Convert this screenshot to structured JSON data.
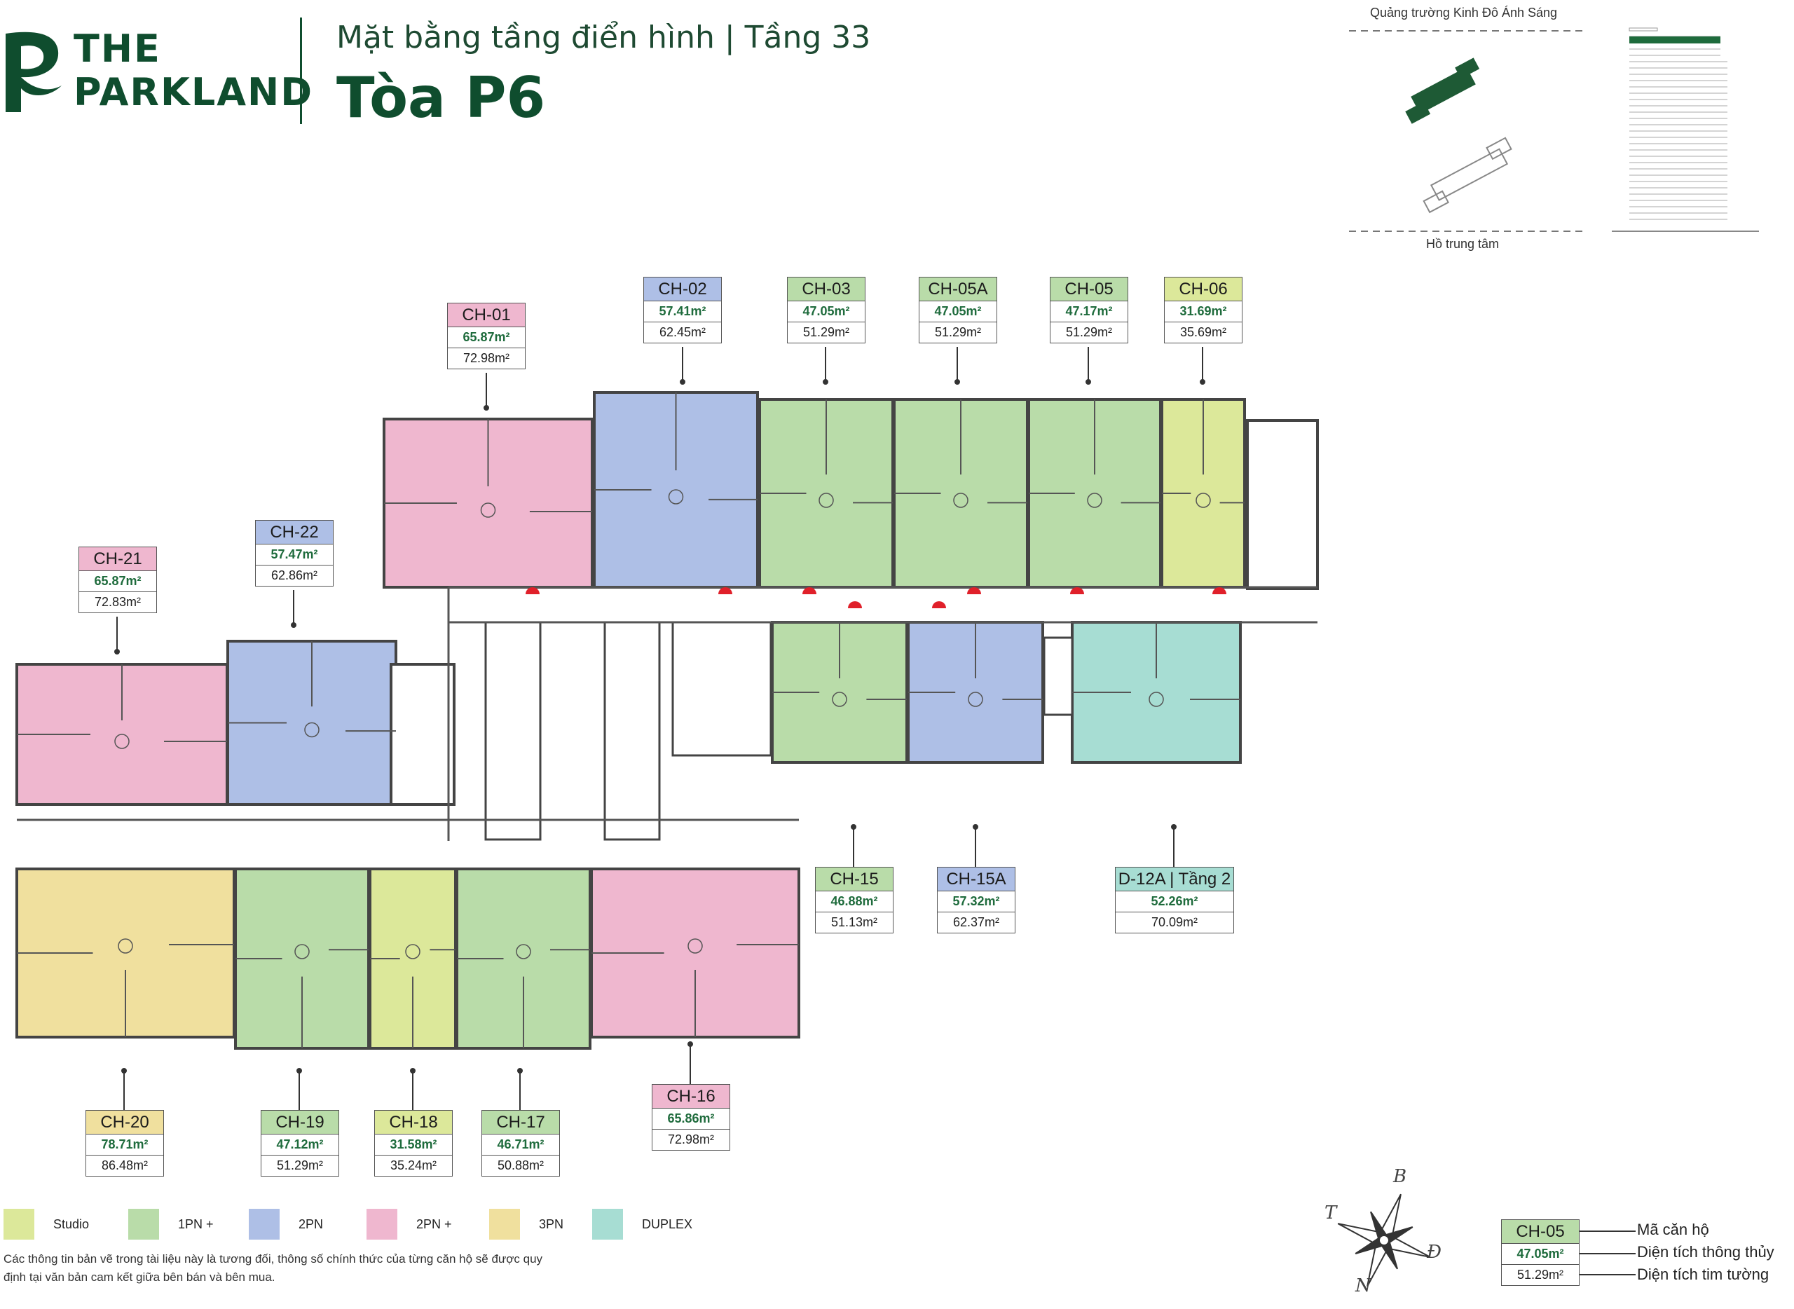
{
  "brand": {
    "line1": "THE",
    "line2": "PARKLAND"
  },
  "header": {
    "subtitle": "Mặt bằng tầng điển hình | Tầng 33",
    "title": "Tòa P6"
  },
  "site": {
    "top_label": "Quảng trường Kinh Đô Ánh Sáng",
    "bottom_label": "Hồ trung tâm"
  },
  "units": [
    {
      "code": "CH-01",
      "net": "65.87m²",
      "gross": "72.98m²",
      "type": "2PN +"
    },
    {
      "code": "CH-02",
      "net": "57.41m²",
      "gross": "62.45m²",
      "type": "2PN"
    },
    {
      "code": "CH-03",
      "net": "47.05m²",
      "gross": "51.29m²",
      "type": "1PN +"
    },
    {
      "code": "CH-05A",
      "net": "47.05m²",
      "gross": "51.29m²",
      "type": "1PN +"
    },
    {
      "code": "CH-05",
      "net": "47.17m²",
      "gross": "51.29m²",
      "type": "1PN +"
    },
    {
      "code": "CH-06",
      "net": "31.69m²",
      "gross": "35.69m²",
      "type": "Studio"
    },
    {
      "code": "CH-21",
      "net": "65.87m²",
      "gross": "72.83m²",
      "type": "2PN +"
    },
    {
      "code": "CH-22",
      "net": "57.47m²",
      "gross": "62.86m²",
      "type": "2PN"
    },
    {
      "code": "CH-15",
      "net": "46.88m²",
      "gross": "51.13m²",
      "type": "1PN +"
    },
    {
      "code": "CH-15A",
      "net": "57.32m²",
      "gross": "62.37m²",
      "type": "2PN"
    },
    {
      "code": "D-12A | Tầng 2",
      "net": "52.26m²",
      "gross": "70.09m²",
      "type": "DUPLEX"
    },
    {
      "code": "CH-16",
      "net": "65.86m²",
      "gross": "72.98m²",
      "type": "2PN +"
    },
    {
      "code": "CH-20",
      "net": "78.71m²",
      "gross": "86.48m²",
      "type": "3PN"
    },
    {
      "code": "CH-19",
      "net": "47.12m²",
      "gross": "51.29m²",
      "type": "1PN +"
    },
    {
      "code": "CH-18",
      "net": "31.58m²",
      "gross": "35.24m²",
      "type": "Studio"
    },
    {
      "code": "CH-17",
      "net": "46.71m²",
      "gross": "50.88m²",
      "type": "1PN +"
    }
  ],
  "legend": [
    {
      "label": "Studio",
      "color": "#dce89a"
    },
    {
      "label": "1PN +",
      "color": "#b9dca9"
    },
    {
      "label": "2PN",
      "color": "#aebfe6"
    },
    {
      "label": "2PN +",
      "color": "#efb7cf"
    },
    {
      "label": "3PN",
      "color": "#f0e09e"
    },
    {
      "label": "DUPLEX",
      "color": "#a7ddd3"
    }
  ],
  "note": "Các thông tin bản vẽ trong tài liệu này là tương đối, thông số chính thức của từng căn hộ sẽ được quy định tại văn bản cam kết giữa bên bán và bên mua.",
  "compass": {
    "north_label": "B",
    "south_label": "N",
    "east_label": "Đ",
    "west_label": "T"
  },
  "key": {
    "code": "CH-05",
    "net": "47.05m²",
    "gross": "51.29m²",
    "code_label": "Mã căn hộ",
    "net_label": "Diện tích thông thủy",
    "gross_label": "Diện tích tim tường"
  },
  "colors": {
    "brand_green": "#0f4d2e",
    "area_green": "#1e6b3c",
    "entrance_marker": "#e0202a"
  }
}
